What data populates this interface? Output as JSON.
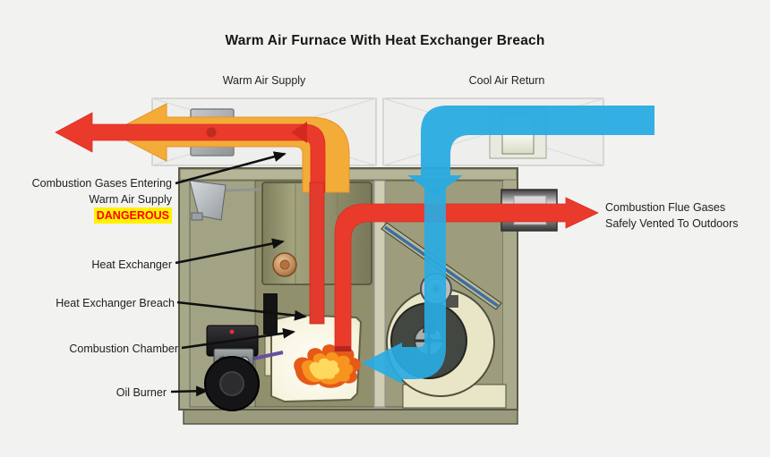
{
  "title": "Warm Air Furnace With Heat Exchanger Breach",
  "ducts": {
    "warm_air_supply": "Warm Air Supply",
    "cool_air_return": "Cool Air Return"
  },
  "callouts": {
    "combustion_gases_line1": "Combustion Gases Entering",
    "combustion_gases_line2": "Warm Air Supply",
    "danger": "DANGEROUS",
    "heat_exchanger": "Heat Exchanger",
    "heat_exchanger_breach": "Heat Exchanger Breach",
    "combustion_chamber": "Combustion Chamber",
    "oil_burner": "Oil Burner",
    "flue_line1": "Combustion Flue Gases",
    "flue_line2": "Safely Vented To Outdoors"
  },
  "colors": {
    "combustion_red": "#e93a2c",
    "warm_air_gold": "#f3ac38",
    "cool_air_blue": "#29abe2",
    "flame_orange": "#f7941e",
    "danger_text": "#ff0000",
    "danger_highlight": "#fff200",
    "cabinet_olive": "#a7a78a"
  }
}
